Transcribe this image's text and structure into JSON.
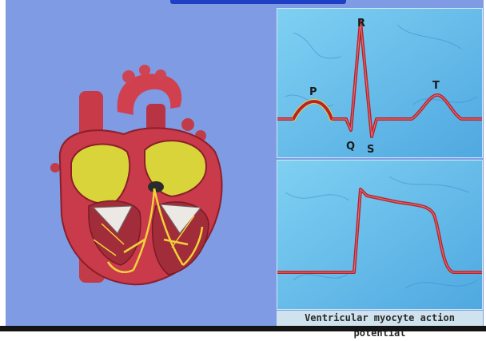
{
  "ecg": {
    "wave_p": "P",
    "wave_q": "Q",
    "wave_r": "R",
    "wave_s": "S",
    "wave_t": "T",
    "highlight_color": "#f2d23a",
    "trace_color": "#b3252e"
  },
  "caption": "Ventricular myocyte action potential"
}
